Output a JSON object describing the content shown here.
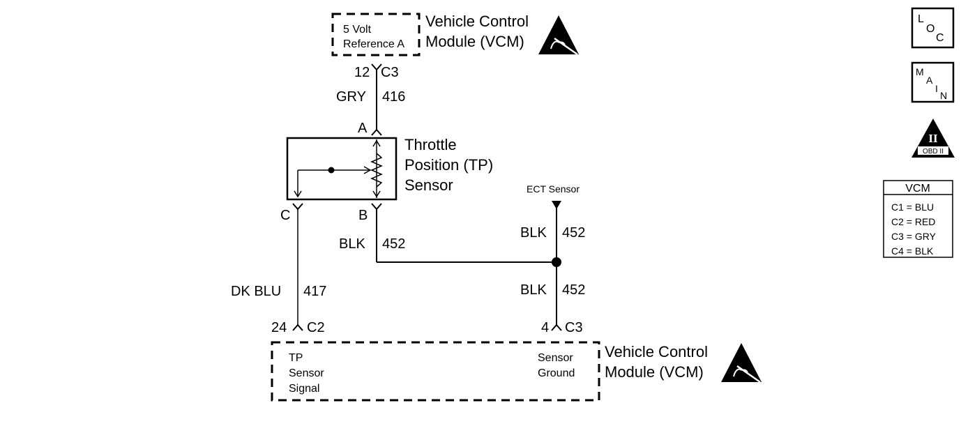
{
  "vcm_top": {
    "box_lines": [
      "5 Volt",
      "Reference A"
    ],
    "title_lines": [
      "Vehicle Control",
      "Module (VCM)"
    ]
  },
  "connector_top": {
    "pin": "12",
    "conn": "C3"
  },
  "wire_416": {
    "color": "GRY",
    "circuit": "416"
  },
  "tp_sensor": {
    "pin_a": "A",
    "pin_b": "B",
    "pin_c": "C",
    "title_lines": [
      "Throttle",
      "Position (TP)",
      "Sensor"
    ]
  },
  "wire_452_b": {
    "color": "BLK",
    "circuit": "452"
  },
  "ect": {
    "label": "ECT Sensor"
  },
  "wire_452_ect": {
    "color": "BLK",
    "circuit": "452"
  },
  "wire_452_lower": {
    "color": "BLK",
    "circuit": "452"
  },
  "wire_417": {
    "color": "DK BLU",
    "circuit": "417"
  },
  "connector_c2": {
    "pin": "24",
    "conn": "C2"
  },
  "connector_c3b": {
    "pin": "4",
    "conn": "C3"
  },
  "vcm_bottom": {
    "signal_lines": [
      "TP",
      "Sensor",
      "Signal"
    ],
    "ground_lines": [
      "Sensor",
      "Ground"
    ],
    "title_lines": [
      "Vehicle Control",
      "Module (VCM)"
    ]
  },
  "icons": {
    "loc": {
      "letters": [
        "L",
        "O",
        "C"
      ]
    },
    "main": {
      "letters": [
        "M",
        "A",
        "I",
        "N"
      ]
    },
    "obd": {
      "numeral": "II",
      "text": "OBD II"
    }
  },
  "vcm_table": {
    "title": "VCM",
    "rows": [
      "C1 = BLU",
      "C2 = RED",
      "C3 = GRY",
      "C4 = BLK"
    ]
  }
}
